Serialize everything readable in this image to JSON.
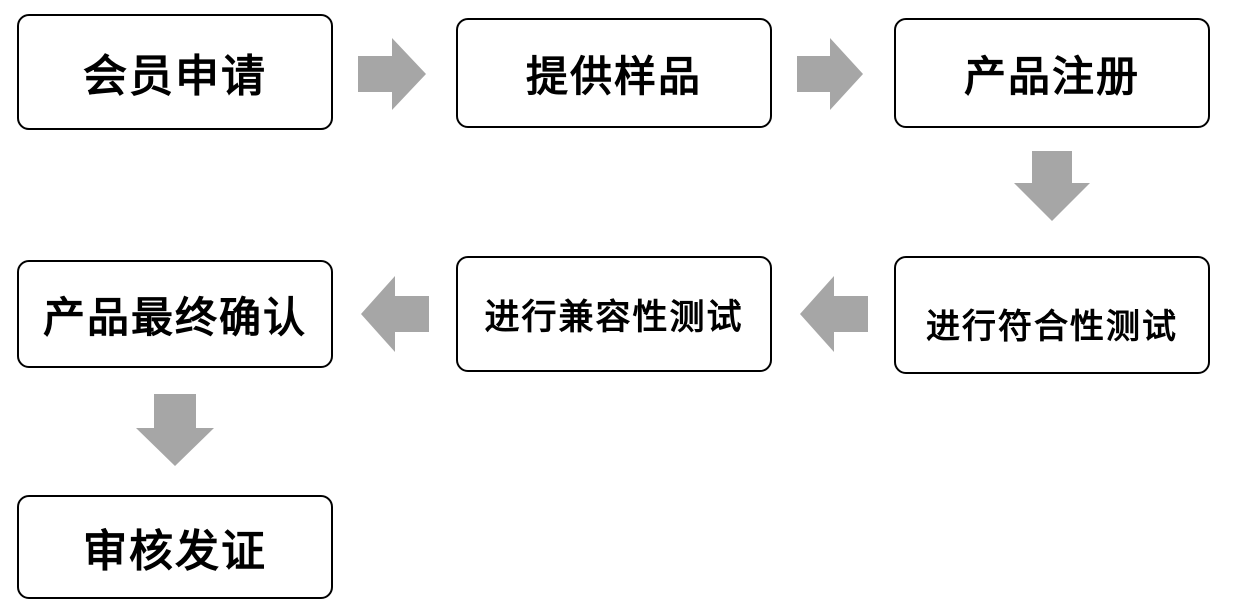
{
  "diagram": {
    "steps": [
      {
        "id": "member-application",
        "label": "会员申请"
      },
      {
        "id": "provide-samples",
        "label": "提供样品"
      },
      {
        "id": "product-registration",
        "label": "产品注册"
      },
      {
        "id": "conformity-testing",
        "label": "进行符合性测试"
      },
      {
        "id": "compatibility-testing",
        "label": "进行兼容性测试"
      },
      {
        "id": "final-confirmation",
        "label": "产品最终确认"
      },
      {
        "id": "review-certification",
        "label": "审核发证"
      }
    ],
    "arrow_color": "#a6a6a6",
    "border_color": "#000000"
  }
}
